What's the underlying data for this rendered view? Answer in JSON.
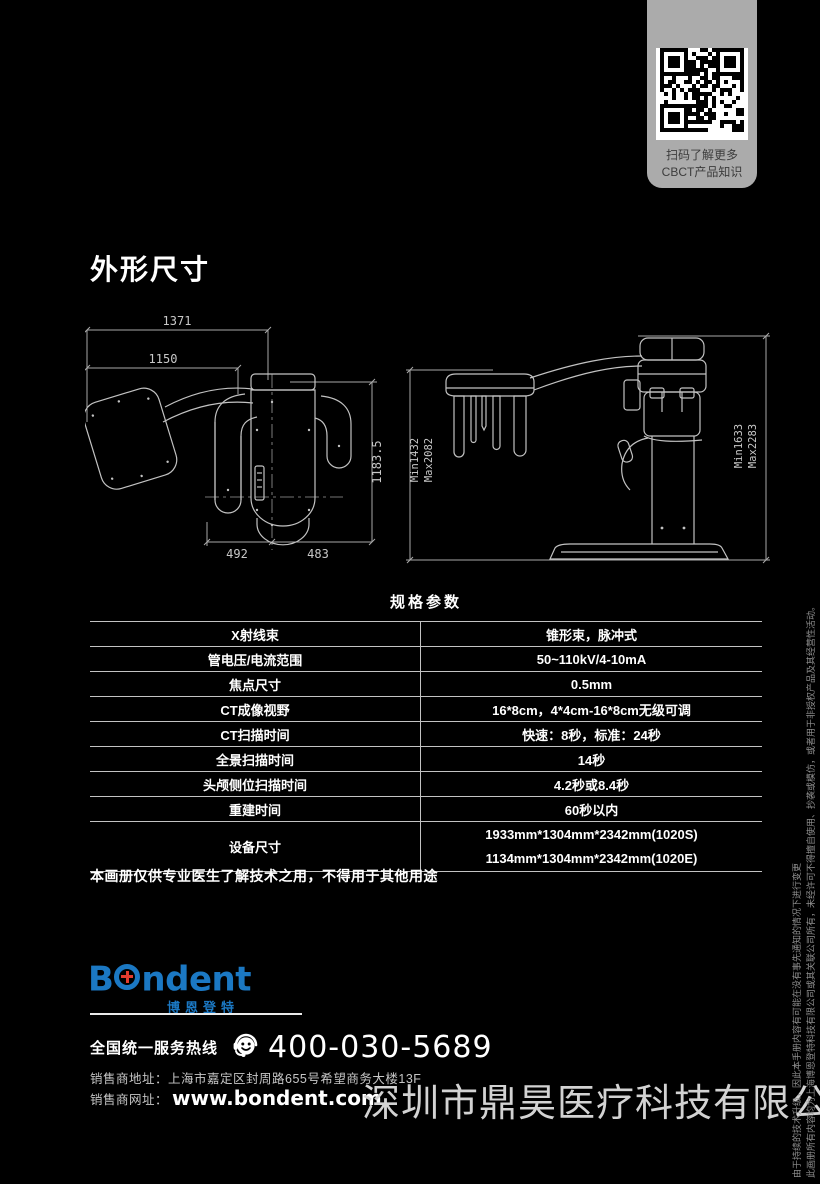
{
  "qr_panel": {
    "caption_line1": "扫码了解更多",
    "caption_line2": "CBCT产品知识",
    "panel_color": "#ababab"
  },
  "section_title": "外形尺寸",
  "drawings": {
    "top_view": {
      "dim_total_width": "1371",
      "dim_arm_width": "1150",
      "dim_height": "1183.5",
      "dim_bottom_left": "492",
      "dim_bottom_right": "483"
    },
    "side_view": {
      "dim_left_min": "Min1432",
      "dim_left_max": "Max2082",
      "dim_right_min": "Min1633",
      "dim_right_max": "Max2283"
    }
  },
  "spec_table": {
    "title": "规格参数",
    "rows": [
      {
        "label": "X射线束",
        "value": "锥形束，脉冲式"
      },
      {
        "label": "管电压/电流范围",
        "value": "50~110kV/4-10mA"
      },
      {
        "label": "焦点尺寸",
        "value": "0.5mm"
      },
      {
        "label": "CT成像视野",
        "value": "16*8cm，4*4cm-16*8cm无级可调"
      },
      {
        "label": "CT扫描时间",
        "value": "快速：8秒，标准：24秒"
      },
      {
        "label": "全景扫描时间",
        "value": "14秒"
      },
      {
        "label": "头颅侧位扫描时间",
        "value": "4.2秒或8.4秒"
      },
      {
        "label": "重建时间",
        "value": "60秒以内"
      },
      {
        "label": "设备尺寸",
        "values": [
          "1933mm*1304mm*2342mm(1020S)",
          "1134mm*1304mm*2342mm(1020E)"
        ]
      }
    ]
  },
  "disclaimer": "本画册仅供专业医生了解技术之用，不得用于其他用途",
  "footer": {
    "brand": {
      "name_prefix": "B",
      "name_suffix": "ndent",
      "cn_name": "博恩登特",
      "blue": "#1b78c3",
      "red": "#e23b2e"
    },
    "hotline": {
      "label": "全国统一服务热线",
      "number": "400-030-5689"
    },
    "address": {
      "label": "销售商地址：",
      "value": "上海市嘉定区封周路655号希望商务大楼13F"
    },
    "website": {
      "label": "销售商网址：",
      "value": "www.bondent.com"
    }
  },
  "watermark": "深圳市鼎昊医疗科技有限公司",
  "side_notes": {
    "line1": "此画册所有内容均为上海博恩登特科技有限公司或其关联公司所有，未经许可不得擅自使用、抄袭或模仿，或者用于非授权产品及其经营性活动。",
    "line2": "由于持续的技术升级，因此本手册内容有可能在没有事先通知的情况下进行变更"
  }
}
